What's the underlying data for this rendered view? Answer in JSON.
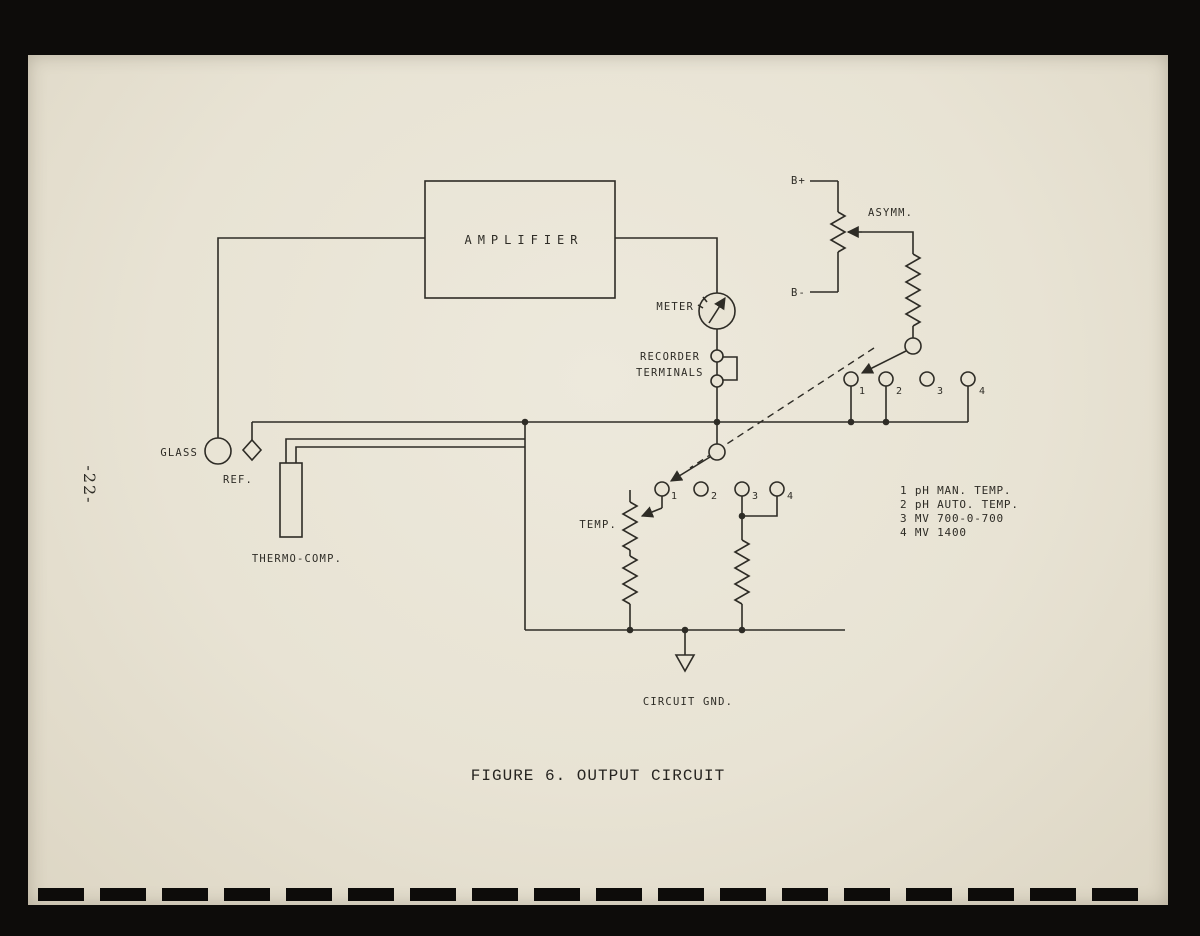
{
  "page": {
    "number": "-22-",
    "caption": "FIGURE 6. OUTPUT CIRCUIT"
  },
  "diagram": {
    "amplifier": "AMPLIFIER",
    "meter": "METER",
    "recorder_line1": "RECORDER",
    "recorder_line2": "TERMINALS",
    "b_plus": "B+",
    "b_minus": "B-",
    "asymm": "ASYMM.",
    "glass": "GLASS",
    "ref": "REF.",
    "thermo_comp": "THERMO-COMP.",
    "temp": "TEMP.",
    "circuit_gnd": "CIRCUIT GND.",
    "upper_contacts": [
      "1",
      "2",
      "3",
      "4"
    ],
    "lower_contacts": [
      "1",
      "2",
      "3",
      "4"
    ],
    "legend": [
      "1 pH MAN. TEMP.",
      "2 pH AUTO. TEMP.",
      "3 MV 700-0-700",
      "4 MV 1400"
    ]
  },
  "palette": {
    "paper": "#e9e4d5",
    "ink": "#2e2c26",
    "frame": "#0d0c0a"
  }
}
